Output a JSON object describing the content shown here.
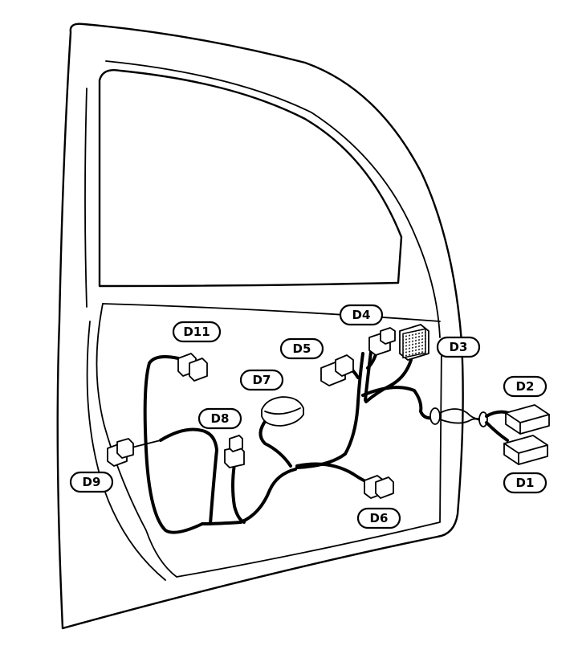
{
  "diagram": {
    "labels": {
      "d1": "D1",
      "d2": "D2",
      "d3": "D3",
      "d4": "D4",
      "d5": "D5",
      "d6": "D6",
      "d7": "D7",
      "d8": "D8",
      "d9": "D9",
      "d11": "D11"
    }
  }
}
